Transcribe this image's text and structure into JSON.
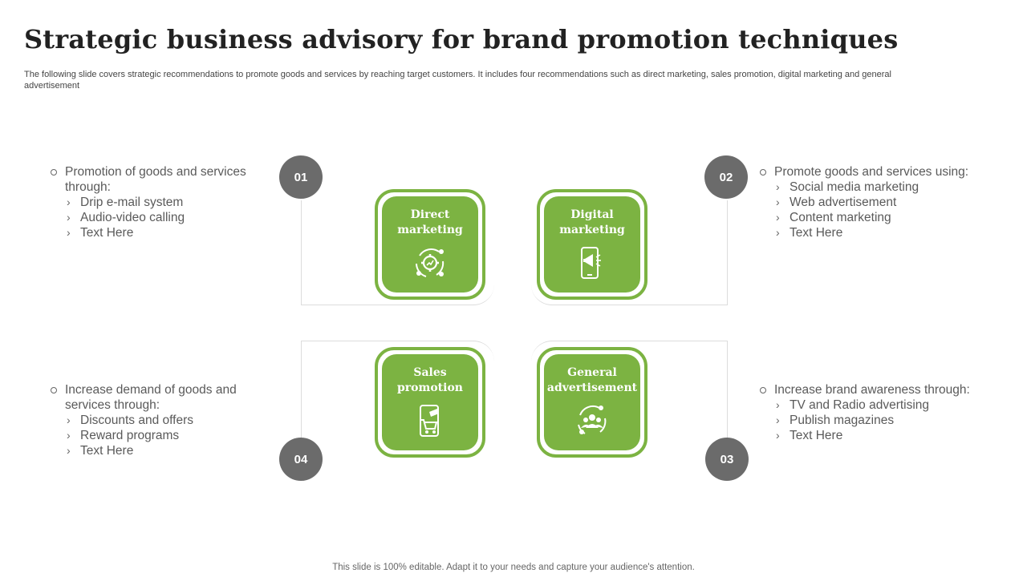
{
  "slide": {
    "title": "Strategic business advisory for brand promotion techniques",
    "subtitle": "The following slide covers strategic recommendations to promote goods and services by reaching target customers. It includes four recommendations such as direct marketing, sales promotion, digital marketing and general advertisement",
    "footer": "This slide is 100% editable. Adapt it to your needs and capture your audience's attention."
  },
  "numbers": [
    "01",
    "02",
    "03",
    "04"
  ],
  "tiles": [
    {
      "label": "Direct\nmarketing",
      "icon": "gear-growth-icon"
    },
    {
      "label": "Digital\nmarketing",
      "icon": "phone-megaphone-icon"
    },
    {
      "label": "General\nadvertisement",
      "icon": "people-cycle-icon"
    },
    {
      "label": "Sales\npromotion",
      "icon": "shopping-cart-tag-icon"
    }
  ],
  "blocks": [
    {
      "lead": "Promotion of goods and services through:",
      "items": [
        "Drip e-mail system",
        "Audio-video calling",
        "Text Here"
      ]
    },
    {
      "lead": "Promote goods and services using:",
      "items": [
        "Social media marketing",
        "Web advertisement",
        "Content marketing",
        "Text Here"
      ]
    },
    {
      "lead": "Increase brand awareness through:",
      "items": [
        "TV and Radio advertising",
        "Publish magazines",
        "Text Here"
      ]
    },
    {
      "lead": "Increase  demand of goods and services through:",
      "items": [
        "Discounts and offers",
        "Reward programs",
        "Text Here"
      ]
    }
  ],
  "colors": {
    "accent": "#7cb342",
    "badge": "#6b6b6b"
  }
}
